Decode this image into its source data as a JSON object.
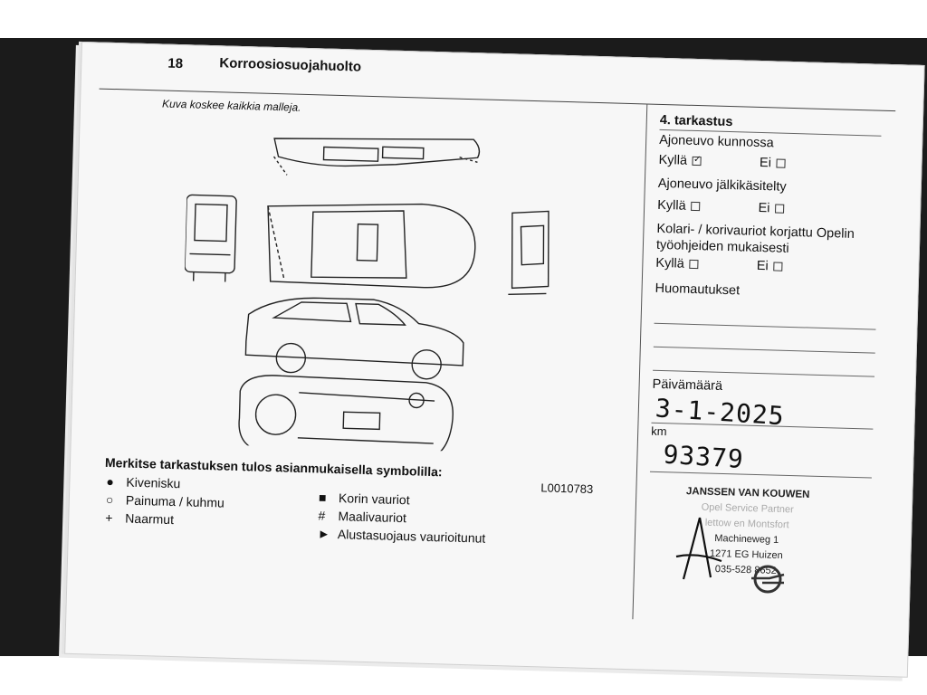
{
  "header": {
    "page_number": "18",
    "title": "Korroosiosuojahuolto"
  },
  "intro": "Kuva koskee kaikkia malleja.",
  "figure_code": "L0010783",
  "legend": {
    "title": "Merkitse tarkastuksen tulos asianmukaisella symbolilla:",
    "items": [
      {
        "symbol": "●",
        "label": "Kivenisku"
      },
      {
        "symbol": "○",
        "label": "Painuma / kuhmu"
      },
      {
        "symbol": "+",
        "label": "Naarmut"
      },
      {
        "symbol": "■",
        "label": "Korin vauriot"
      },
      {
        "symbol": "#",
        "label": "Maalivauriot"
      },
      {
        "symbol": "►",
        "label": "Alustasuojaus vaurioitunut"
      }
    ]
  },
  "inspection": {
    "heading": "4. tarkastus",
    "q1": "Ajoneuvo kunnossa",
    "q2": "Ajoneuvo jälkikäsitelty",
    "q3a": "Kolari- / korivauriot korjattu Opelin",
    "q3b": "työohjeiden mukaisesti",
    "yes": "Kyllä",
    "no": "Ei",
    "yes_check_mark": "✓",
    "remarks_label": "Huomautukset",
    "date_label": "Päivämäärä",
    "date_value": "3-1-2025",
    "km_label": "km",
    "km_value": "93379"
  },
  "stamp": {
    "name": "JANSSEN VAN KOUWEN",
    "line1": "Opel Service Partner",
    "line2": "lettow en Montsfort",
    "street": "Machineweg 1",
    "city": "1271 EG Huizen",
    "phone": "035-528 8652"
  }
}
